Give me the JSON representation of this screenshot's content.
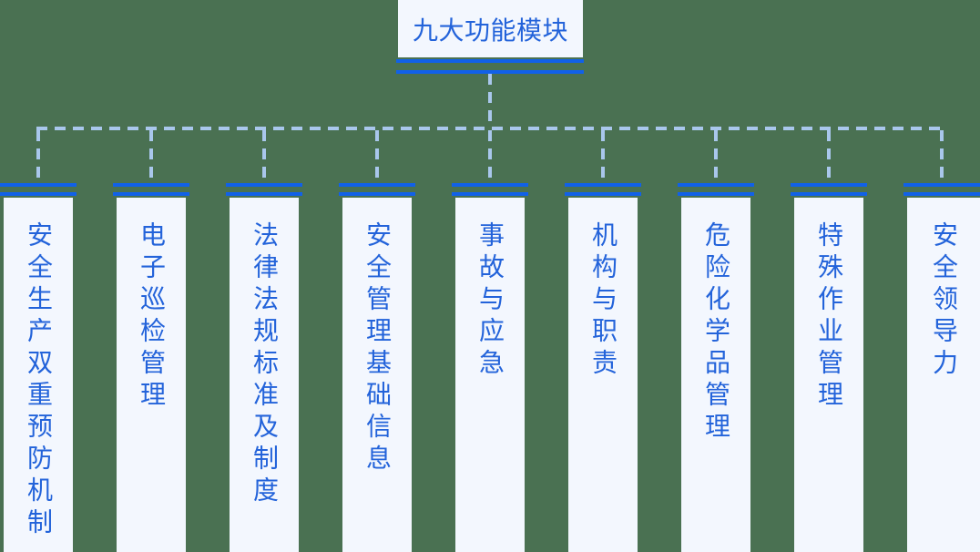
{
  "title": {
    "label": "九大功能模块"
  },
  "modules": [
    {
      "label": "安全生产双重预防机制"
    },
    {
      "label": "电子巡检管理"
    },
    {
      "label": "法律法规标准及制度"
    },
    {
      "label": "安全管理基础信息"
    },
    {
      "label": "事故与应急"
    },
    {
      "label": "机构与职责"
    },
    {
      "label": "危险化学品管理"
    },
    {
      "label": "特殊作业管理"
    },
    {
      "label": "安全领导力"
    }
  ],
  "colors": {
    "background": "#4a7152",
    "accent_line": "#1161e8",
    "text_blue": "#2363da",
    "dash_line": "#a9c7ec",
    "panel_fill": "#f3f7fe"
  }
}
